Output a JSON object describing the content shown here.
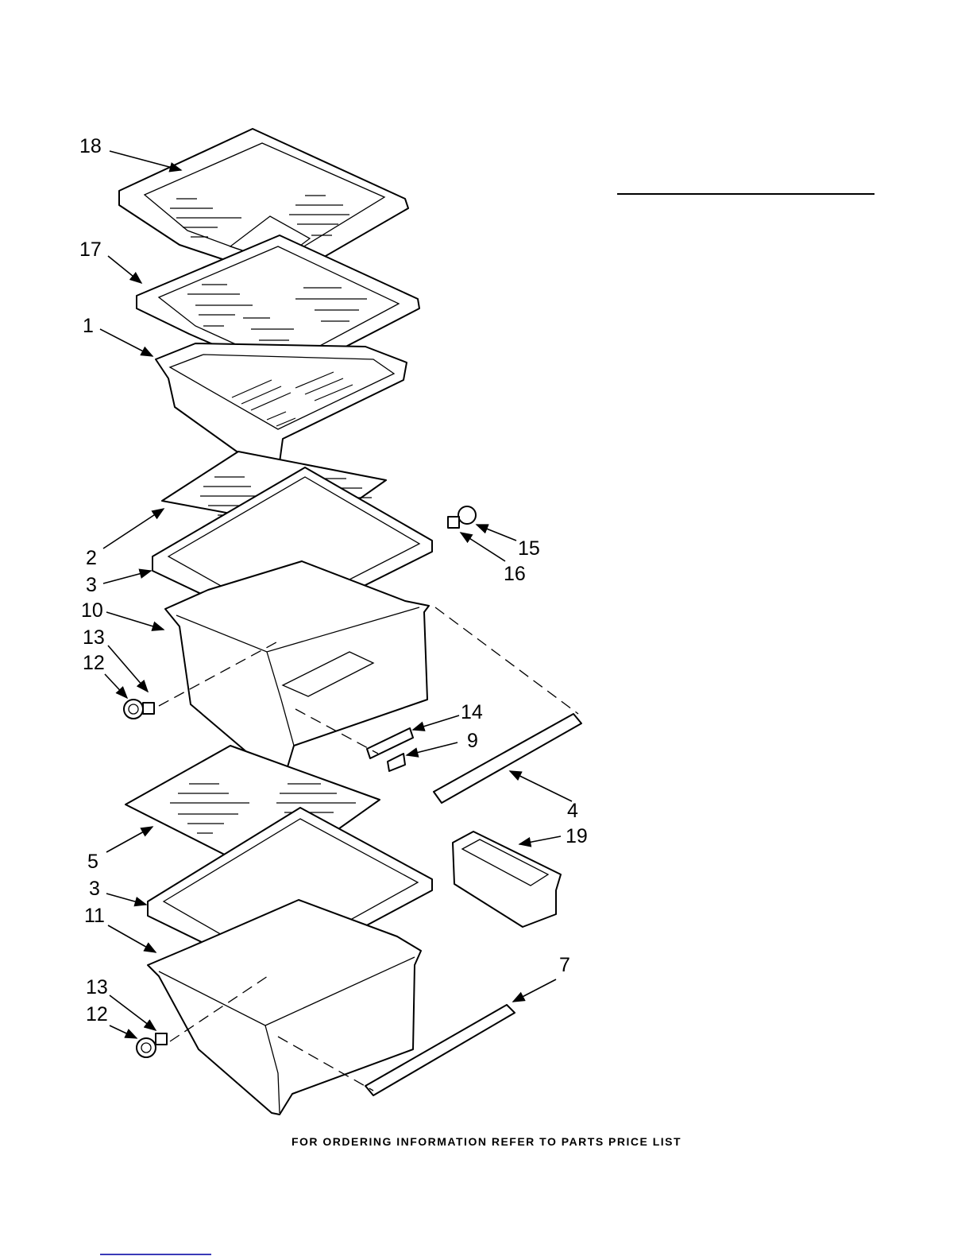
{
  "callouts": [
    {
      "id": "18",
      "label": "18"
    },
    {
      "id": "17",
      "label": "17"
    },
    {
      "id": "1",
      "label": "1"
    },
    {
      "id": "2",
      "label": "2"
    },
    {
      "id": "3a",
      "label": "3"
    },
    {
      "id": "10",
      "label": "10"
    },
    {
      "id": "13a",
      "label": "13"
    },
    {
      "id": "12a",
      "label": "12"
    },
    {
      "id": "15",
      "label": "15"
    },
    {
      "id": "16",
      "label": "16"
    },
    {
      "id": "14",
      "label": "14"
    },
    {
      "id": "9",
      "label": "9"
    },
    {
      "id": "4",
      "label": "4"
    },
    {
      "id": "19",
      "label": "19"
    },
    {
      "id": "5",
      "label": "5"
    },
    {
      "id": "3b",
      "label": "3"
    },
    {
      "id": "11",
      "label": "11"
    },
    {
      "id": "7",
      "label": "7"
    },
    {
      "id": "13b",
      "label": "13"
    },
    {
      "id": "12b",
      "label": "12"
    }
  ],
  "footer": {
    "text": "FOR ORDERING INFORMATION REFER TO PARTS PRICE LIST"
  }
}
